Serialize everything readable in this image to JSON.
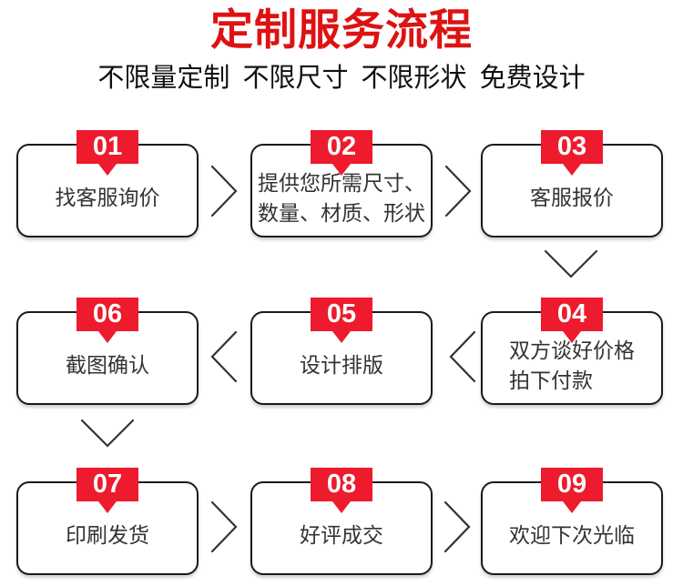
{
  "header": {
    "title": "定制服务流程",
    "subtitle": "不限量定制 不限尺寸 不限形状 免费设计"
  },
  "colors": {
    "title_red": "#DE1212",
    "badge_red": "#ED1B2D",
    "box_border": "#1A1A1A",
    "label_text": "#333333",
    "badge_number_text": "#FFFFFF",
    "arrow_stroke": "#333333"
  },
  "steps": [
    {
      "number": "01",
      "label": "找客服询价"
    },
    {
      "number": "02",
      "label": "提供您所需尺寸、\n数量、材质、形状"
    },
    {
      "number": "03",
      "label": "客服报价"
    },
    {
      "number": "04",
      "label": "双方谈好价格\n拍下付款"
    },
    {
      "number": "05",
      "label": "设计排版"
    },
    {
      "number": "06",
      "label": "截图确认"
    },
    {
      "number": "07",
      "label": "印刷发货"
    },
    {
      "number": "08",
      "label": "好评成交"
    },
    {
      "number": "09",
      "label": "欢迎下次光临"
    }
  ],
  "flow": {
    "arrows": [
      {
        "from": "01",
        "to": "02",
        "direction": "right"
      },
      {
        "from": "02",
        "to": "03",
        "direction": "right"
      },
      {
        "from": "03",
        "to": "04",
        "direction": "down"
      },
      {
        "from": "04",
        "to": "05",
        "direction": "left"
      },
      {
        "from": "05",
        "to": "06",
        "direction": "left"
      },
      {
        "from": "06",
        "to": "07",
        "direction": "down"
      },
      {
        "from": "07",
        "to": "08",
        "direction": "right"
      },
      {
        "from": "08",
        "to": "09",
        "direction": "right"
      }
    ]
  }
}
